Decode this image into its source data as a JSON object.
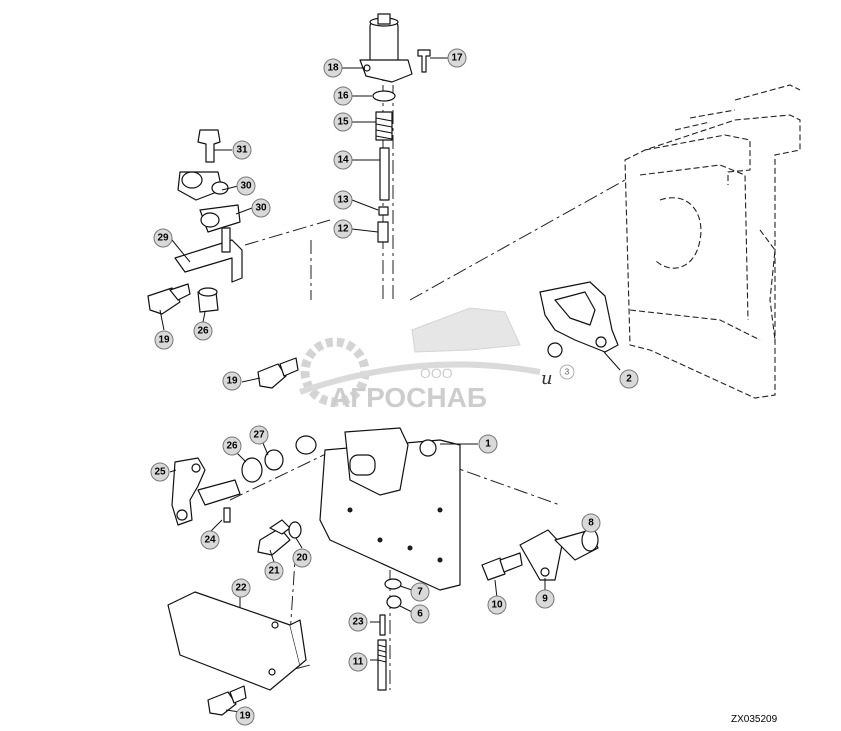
{
  "drawing_code": "ZX035209",
  "watermark": {
    "company_prefix": "ООО",
    "company_name": "АГРОСНАБ"
  },
  "inline_marks": {
    "u_letter": "u",
    "u_index": "3"
  },
  "callouts": {
    "c1": "1",
    "c2": "2",
    "c6": "6",
    "c7": "7",
    "c8": "8",
    "c9": "9",
    "c10": "10",
    "c11": "11",
    "c12": "12",
    "c13": "13",
    "c14": "14",
    "c15": "15",
    "c16": "16",
    "c17": "17",
    "c18": "18",
    "c19a": "19",
    "c19b": "19",
    "c19c": "19",
    "c20": "20",
    "c21": "21",
    "c22": "22",
    "c23": "23",
    "c24": "24",
    "c25": "25",
    "c26a": "26",
    "c26b": "26",
    "c27": "27",
    "c29": "29",
    "c30a": "30",
    "c30b": "30",
    "c31": "31"
  }
}
